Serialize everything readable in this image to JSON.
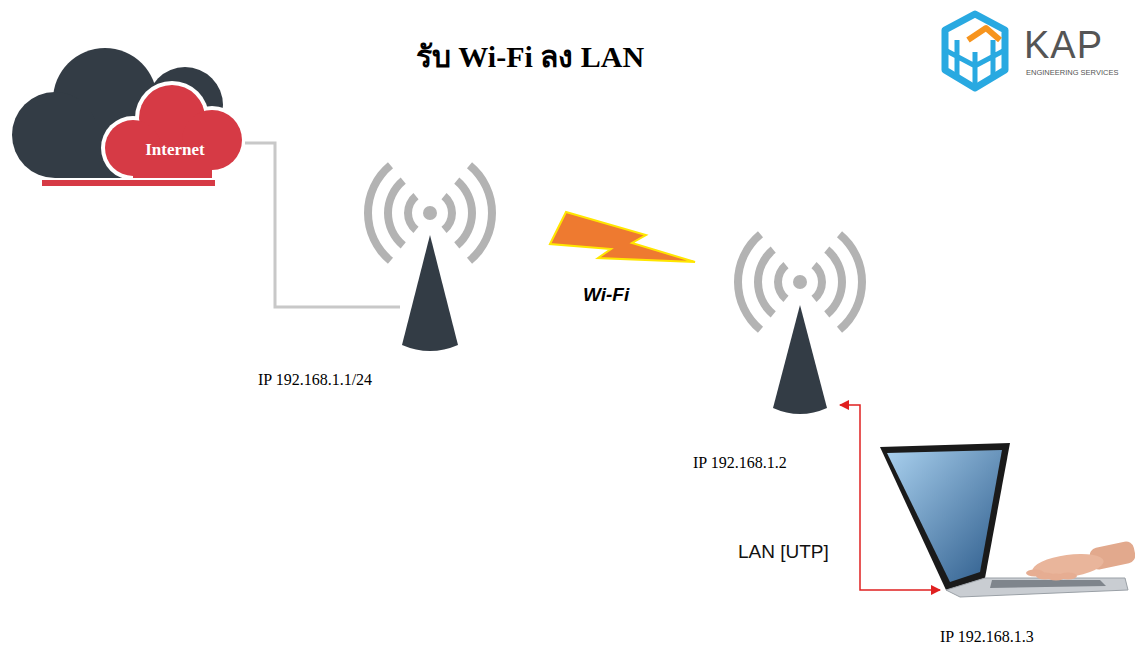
{
  "diagram": {
    "title": "รับ Wi-Fi ลง LAN",
    "nodes": [
      {
        "text": [
          "Internet"
        ]
      },
      {
        "text": [
          "IP 192.168.1.1/24"
        ]
      },
      {
        "text": [
          "IP 192.168.1.2"
        ]
      },
      {
        "text": [
          "IP 192.168.1.3"
        ]
      }
    ],
    "edges": [
      {
        "from": 0,
        "to": 1,
        "arrow": "none"
      },
      {
        "from": 1,
        "to": 2,
        "label": "Wi-Fi",
        "arrow": "none"
      },
      {
        "from": 2,
        "to": 3,
        "label": "LAN [UTP]",
        "arrow": "both"
      }
    ],
    "labels": [
      "KAP",
      "ENGINEERING SERVICES"
    ]
  }
}
